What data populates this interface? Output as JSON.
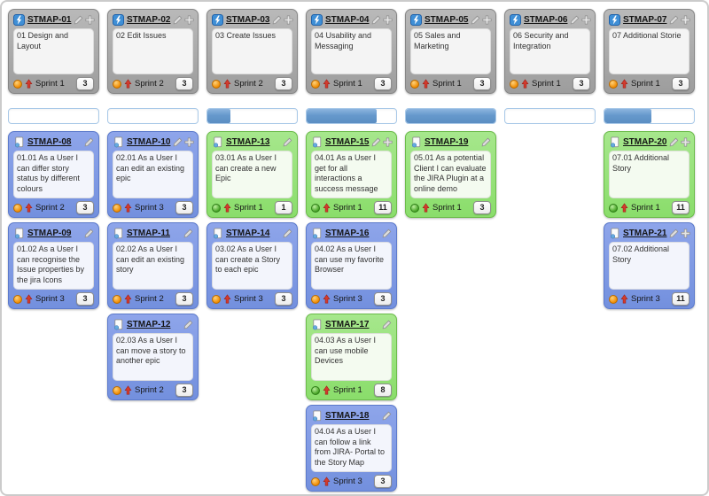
{
  "app": {
    "title": "Story Map board"
  },
  "colors": {
    "epic_card": "#a8a8a8",
    "story_blue": "#7f99e3",
    "story_green": "#96e179",
    "progress_fill": "#6699cc",
    "progress_border": "#a9c9e8",
    "frame_border": "#cbcbcb"
  },
  "icons": {
    "epic_type": "lightning-bolt-icon",
    "story_type": "document-page-icon",
    "edit": "pencil-icon",
    "add": "plus-icon",
    "status_in_progress": "orange-status-disc",
    "status_resolved": "green-status-disc",
    "priority": "red-up-arrow-icon"
  },
  "columns": [
    {
      "epic": {
        "key": "STMAP-01",
        "summary": "01 Design and Layout",
        "sprint": "Sprint 1",
        "count": "3",
        "status": "in-progress",
        "add": true
      },
      "progress_percent": 0,
      "stories": [
        {
          "key": "STMAP-08",
          "summary": "01.01 As a User I can differ story status by different colours",
          "sprint": "Sprint 2",
          "count": "3",
          "variant": "blue",
          "status": "in-progress",
          "add": false
        },
        {
          "key": "STMAP-09",
          "summary": "01.02 As a User I can recognise the Issue properties by the jira Icons",
          "sprint": "Sprint 3",
          "count": "3",
          "variant": "blue",
          "status": "in-progress",
          "add": false
        }
      ]
    },
    {
      "epic": {
        "key": "STMAP-02",
        "summary": "02 Edit Issues",
        "sprint": "Sprint 2",
        "count": "3",
        "status": "in-progress",
        "add": true
      },
      "progress_percent": 0,
      "stories": [
        {
          "key": "STMAP-10",
          "summary": "02.01 As a User I can edit an existing epic",
          "sprint": "Sprint 3",
          "count": "3",
          "variant": "blue",
          "status": "in-progress",
          "add": true
        },
        {
          "key": "STMAP-11",
          "summary": "02.02 As a User I can edit an existing story",
          "sprint": "Sprint 2",
          "count": "3",
          "variant": "blue",
          "status": "in-progress",
          "add": false
        },
        {
          "key": "STMAP-12",
          "summary": "02.03 As a User I can move a story to another epic",
          "sprint": "Sprint 2",
          "count": "3",
          "variant": "blue",
          "status": "in-progress",
          "add": false
        }
      ]
    },
    {
      "epic": {
        "key": "STMAP-03",
        "summary": "03 Create Issues",
        "sprint": "Sprint 2",
        "count": "3",
        "status": "in-progress",
        "add": true
      },
      "progress_percent": 26,
      "stories": [
        {
          "key": "STMAP-13",
          "summary": "03.01 As a User I can create a new Epic",
          "sprint": "Sprint 1",
          "count": "1",
          "variant": "green",
          "status": "resolved",
          "add": false
        },
        {
          "key": "STMAP-14",
          "summary": "03.02 As a User I can create a Story to each epic",
          "sprint": "Sprint 3",
          "count": "3",
          "variant": "blue",
          "status": "in-progress",
          "add": false
        }
      ]
    },
    {
      "epic": {
        "key": "STMAP-04",
        "summary": "04 Usability and Messaging",
        "sprint": "Sprint 1",
        "count": "3",
        "status": "in-progress",
        "add": true
      },
      "progress_percent": 78,
      "stories": [
        {
          "key": "STMAP-15",
          "summary": "04.01 As a User I get for all interactions a success message",
          "sprint": "Sprint 1",
          "count": "11",
          "variant": "green",
          "status": "resolved",
          "add": true
        },
        {
          "key": "STMAP-16",
          "summary": "04.02 As a User I can use my favorite Browser",
          "sprint": "Sprint 3",
          "count": "3",
          "variant": "blue",
          "status": "in-progress",
          "add": false
        },
        {
          "key": "STMAP-17",
          "summary": "04.03 As a User I can use mobile Devices",
          "sprint": "Sprint 1",
          "count": "8",
          "variant": "green",
          "status": "resolved",
          "add": false
        },
        {
          "key": "STMAP-18",
          "summary": "04.04 As a User I can follow a link from JIRA- Portal to the Story Map",
          "sprint": "Sprint 3",
          "count": "3",
          "variant": "blue",
          "status": "in-progress",
          "add": false
        }
      ]
    },
    {
      "epic": {
        "key": "STMAP-05",
        "summary": "05 Sales and Marketing",
        "sprint": "Sprint 1",
        "count": "3",
        "status": "in-progress",
        "add": true
      },
      "progress_percent": 100,
      "stories": [
        {
          "key": "STMAP-19",
          "summary": "05.01 As a potential Client I can evaluate the JIRA Plugin at a online demo",
          "sprint": "Sprint 1",
          "count": "3",
          "variant": "green",
          "status": "resolved",
          "add": false
        }
      ]
    },
    {
      "epic": {
        "key": "STMAP-06",
        "summary": "06 Security and Integration",
        "sprint": "Sprint 1",
        "count": "3",
        "status": "in-progress",
        "add": true
      },
      "progress_percent": 0,
      "stories": []
    },
    {
      "epic": {
        "key": "STMAP-07",
        "summary": "07 Additional Storie",
        "sprint": "Sprint 1",
        "count": "3",
        "status": "in-progress",
        "add": true
      },
      "progress_percent": 52,
      "stories": [
        {
          "key": "STMAP-20",
          "summary": "07.01 Additional Story",
          "sprint": "Sprint 1",
          "count": "11",
          "variant": "green",
          "status": "resolved",
          "add": true
        },
        {
          "key": "STMAP-21",
          "summary": "07.02 Additional Story",
          "sprint": "Sprint 3",
          "count": "11",
          "variant": "blue",
          "status": "in-progress",
          "add": true
        }
      ]
    }
  ]
}
